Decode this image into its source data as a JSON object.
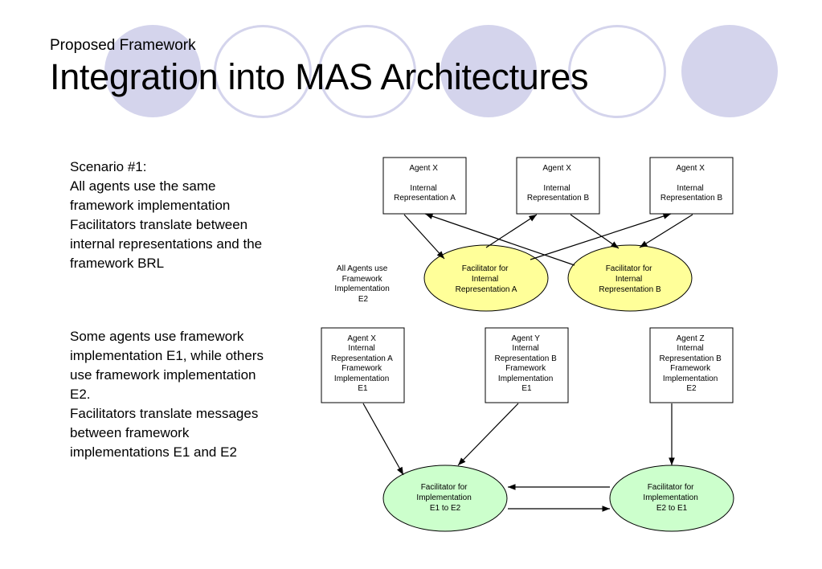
{
  "header": {
    "subtitle": "Proposed Framework",
    "title": "Integration into MAS Architectures"
  },
  "scenario1": {
    "lines": [
      "Scenario #1:",
      "All agents use the same",
      "framework implementation",
      "Facilitators translate between",
      "internal representations and the",
      "framework BRL"
    ]
  },
  "scenario2": {
    "lines": [
      "Some agents use framework",
      "implementation E1, while others",
      "use framework implementation",
      "E2.",
      "Facilitators translate messages",
      "between framework",
      "implementations E1 and E2"
    ]
  },
  "diagram1": {
    "agents": [
      {
        "lines": [
          "Agent X",
          "",
          "Internal",
          "Representation A"
        ]
      },
      {
        "lines": [
          "Agent X",
          "",
          "Internal",
          "Representation B"
        ]
      },
      {
        "lines": [
          "Agent X",
          "",
          "Internal",
          "Representation B"
        ]
      }
    ],
    "facilitators": [
      {
        "lines": [
          "Facilitator for",
          "Internal",
          "Representation A"
        ]
      },
      {
        "lines": [
          "Facilitator for",
          "Internal",
          "Representation B"
        ]
      }
    ],
    "note": {
      "lines": [
        "All Agents use",
        "Framework",
        "Implementation",
        "E2"
      ]
    }
  },
  "diagram2": {
    "agents": [
      {
        "lines": [
          "Agent X",
          "Internal",
          "Representation A",
          "Framework",
          "Implementation",
          "E1"
        ]
      },
      {
        "lines": [
          "Agent Y",
          "Internal",
          "Representation B",
          "Framework",
          "Implementation",
          "E1"
        ]
      },
      {
        "lines": [
          "Agent Z",
          "Internal",
          "Representation B",
          "Framework",
          "Implementation",
          "E2"
        ]
      }
    ],
    "facilitators": [
      {
        "lines": [
          "Facilitator for",
          "Implementation",
          "E1 to E2"
        ]
      },
      {
        "lines": [
          "Facilitator for",
          "Implementation",
          "E2  to E1"
        ]
      }
    ]
  },
  "colors": {
    "decoration": "#d4d4ec",
    "facilitator_internal": "#ffff99",
    "facilitator_implementation": "#ccffcc"
  }
}
